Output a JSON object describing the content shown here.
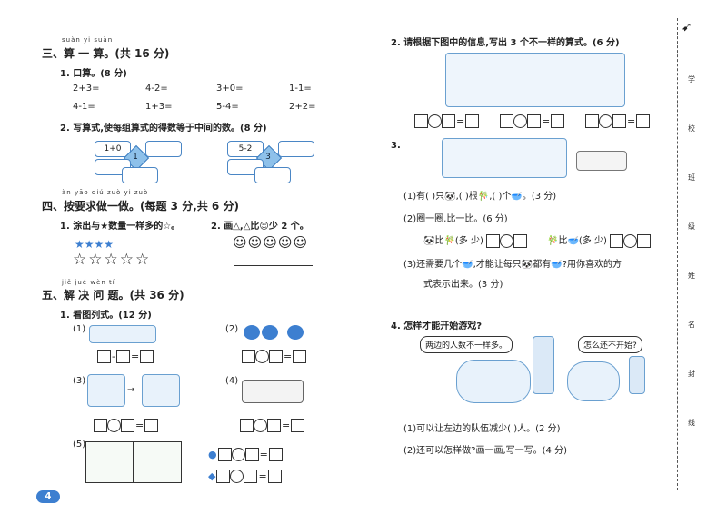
{
  "left": {
    "sec3": {
      "pinyin": "suàn yi suàn",
      "title": "三、算 一 算。(共 16 分)"
    },
    "q3_1": {
      "label": "1. 口算。(8 分)",
      "items": [
        "2+3=",
        "4-2=",
        "3+0=",
        "1-1=",
        "4-1=",
        "1+3=",
        "5-4=",
        "2+2="
      ]
    },
    "q3_2": {
      "label": "2. 写算式,使每组算式的得数等于中间的数。(8 分)",
      "hex1_top": "1+0",
      "hex1_center": "1",
      "hex2_top": "5-2",
      "hex2_center": "3"
    },
    "sec4": {
      "pinyin": "àn yāo qiú zuò yi zuò",
      "title": "四、按要求做一做。(每题 3 分,共 6 分)"
    },
    "q4_1": {
      "label": "1. 涂出与★数量一样多的☆。",
      "filled": "★★★★",
      "empty": "☆☆☆☆☆"
    },
    "q4_2": {
      "label": "2. 画△,△比☺少 2 个。",
      "faces": "☺☺☺☺☺"
    },
    "sec5": {
      "pinyin": "jiě jué wèn tí",
      "title": "五、解 决 问 题。(共 36 分)"
    },
    "q5_1": {
      "label": "1. 看图列式。(12 分)",
      "p1": "(1)",
      "p2": "(2)",
      "p3": "(3)",
      "p4": "(4)",
      "p5": "(5)"
    },
    "page_number": "4"
  },
  "right": {
    "q2": {
      "label": "2. 请根据下图中的信息,写出 3 个不一样的算式。(6 分)"
    },
    "q3": {
      "label": "3.",
      "l1": "(1)有(    )只🐼,(    )根🎋,(    )个🥣。(3 分)",
      "l2": "(2)圈一圈,比一比。(6 分)",
      "l3a": "比",
      "l3b": "(多 少)",
      "l3c": "比",
      "l3d": "(多 少)",
      "l4": "(3)还需要几个🥣,才能让每只🐼都有🥣?用你喜欢的方",
      "l5": "式表示出来。(3 分)"
    },
    "q4": {
      "label": "4. 怎样才能开始游戏?",
      "speech1": "两边的人数不一样多。",
      "speech2": "怎么还不开始?",
      "l1": "(1)可以让左边的队伍减少(    )人。(2 分)",
      "l2": "(2)还可以怎样做?画一画,写一写。(4 分)"
    }
  },
  "margin_chars": [
    "学",
    "校",
    "班",
    "级",
    "姓",
    "名",
    "封",
    "线"
  ]
}
